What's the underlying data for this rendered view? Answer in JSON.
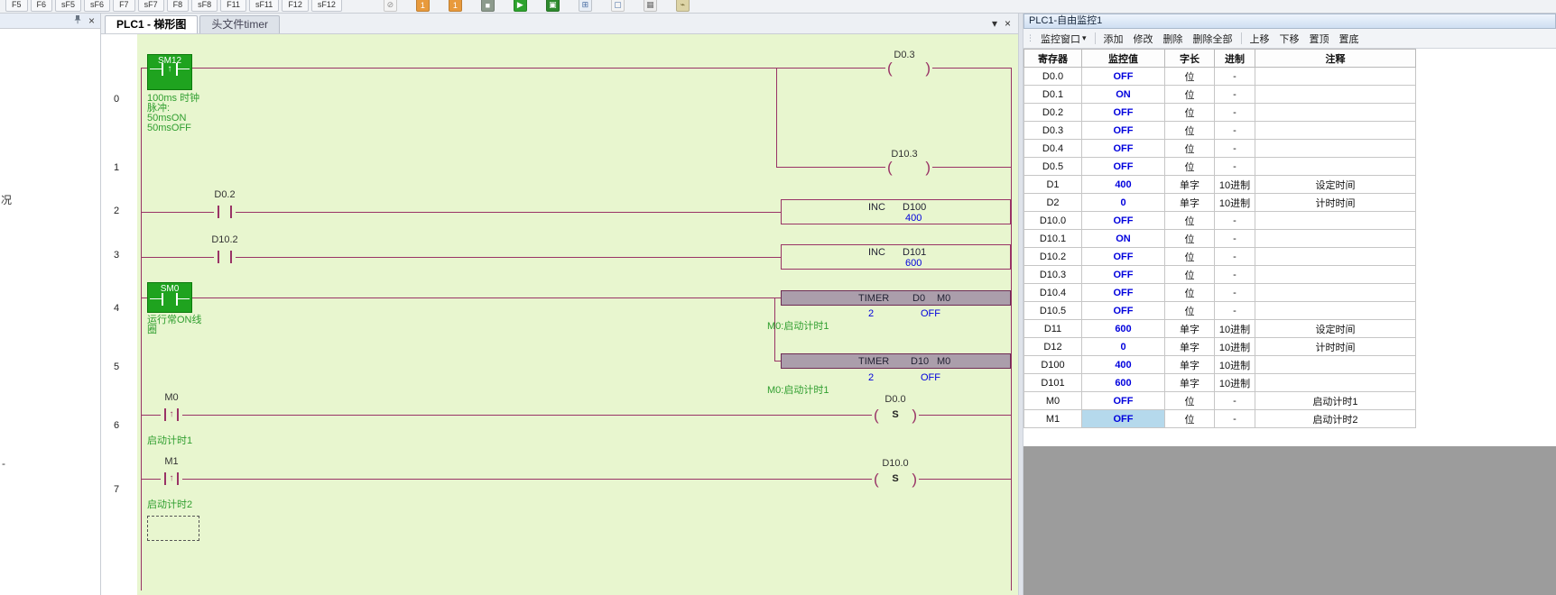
{
  "top_toolbar": {
    "fkeys": [
      "F5",
      "F6",
      "sF5",
      "sF6",
      "F7",
      "sF7",
      "F8",
      "sF8",
      "F11",
      "sF11",
      "F12",
      "sF12"
    ],
    "icons": [
      {
        "name": "disabled-icon",
        "glyph": "⊘",
        "bg": "#f4f4f4",
        "fg": "#909090"
      },
      {
        "name": "download-program-icon",
        "glyph": "1",
        "bg": "#e89a3c",
        "fg": "#ffffff"
      },
      {
        "name": "upload-program-icon",
        "glyph": "1",
        "bg": "#e89a3c",
        "fg": "#ffffff"
      },
      {
        "name": "stop-plc-icon",
        "glyph": "■",
        "bg": "#8d9b8d",
        "fg": "#ffffff"
      },
      {
        "name": "run-plc-icon",
        "glyph": "▶",
        "bg": "#2ea32e",
        "fg": "#ffffff"
      },
      {
        "name": "monitor-mode-icon",
        "glyph": "▣",
        "bg": "#2e8a2e",
        "fg": "#ffffff"
      },
      {
        "name": "zoom-select-icon",
        "glyph": "⊞",
        "bg": "#e8eef6",
        "fg": "#4a6fa5"
      },
      {
        "name": "screen-icon",
        "glyph": "▢",
        "bg": "#f4f4f4",
        "fg": "#4a6fa5"
      },
      {
        "name": "grid-icon",
        "glyph": "▦",
        "bg": "#ededed",
        "fg": "#707070"
      },
      {
        "name": "connect-icon",
        "glyph": "⌁",
        "bg": "#ddd4a6",
        "fg": "#6a5f2a"
      }
    ]
  },
  "window_icons": {
    "dropdown": "▾",
    "close": "×",
    "grip": "⋮"
  },
  "left_dock": {
    "stray_text": "况",
    "stray_dash": "-"
  },
  "tabs": {
    "active": "PLC1 - 梯形图",
    "inactive": "头文件timer"
  },
  "ladder": {
    "pulse_icon": "↑",
    "rung_numbers": [
      "0",
      "1",
      "2",
      "3",
      "4",
      "5",
      "6",
      "7"
    ],
    "rung0": {
      "contact_label": "SM12",
      "contact_comment": "100ms 时钟\n脉冲:\n50msON\n50msOFF",
      "coil_top_label": "D0.3",
      "coil_bottom_label": "D10.3"
    },
    "rung2": {
      "contact_label": "D0.2",
      "instr": "INC",
      "operand": "D100",
      "operand_value": "400"
    },
    "rung3": {
      "contact_label": "D10.2",
      "instr": "INC",
      "operand": "D101",
      "operand_value": "600"
    },
    "rung4": {
      "contact_label": "SM0",
      "contact_comment": "运行常ON线\n圈",
      "instr": "TIMER",
      "operand1": "D0",
      "operand2": "M0",
      "value1": "2",
      "value2": "OFF",
      "note": "M0:启动计时1"
    },
    "rung5": {
      "instr": "TIMER",
      "operand1": "D10",
      "operand2": "M0",
      "value1": "2",
      "value2": "OFF",
      "note": "M0:启动计时1"
    },
    "rung6": {
      "contact_label": "M0",
      "contact_comment": "启动计时1",
      "coil_label": "D0.0",
      "coil_function": "S"
    },
    "rung7": {
      "contact_label": "M1",
      "contact_comment": "启动计时2",
      "coil_label": "D10.0",
      "coil_function": "S"
    }
  },
  "monitor": {
    "title": "PLC1-自由监控1",
    "toolbar": [
      "监控窗口",
      "添加",
      "修改",
      "删除",
      "删除全部",
      "上移",
      "下移",
      "置顶",
      "置底"
    ],
    "columns": [
      "寄存器",
      "监控值",
      "字长",
      "进制",
      "注释"
    ],
    "rows": [
      {
        "reg": "D0.0",
        "val": "OFF",
        "len": "位",
        "base": "-",
        "comment": ""
      },
      {
        "reg": "D0.1",
        "val": "ON",
        "len": "位",
        "base": "-",
        "comment": ""
      },
      {
        "reg": "D0.2",
        "val": "OFF",
        "len": "位",
        "base": "-",
        "comment": ""
      },
      {
        "reg": "D0.3",
        "val": "OFF",
        "len": "位",
        "base": "-",
        "comment": ""
      },
      {
        "reg": "D0.4",
        "val": "OFF",
        "len": "位",
        "base": "-",
        "comment": ""
      },
      {
        "reg": "D0.5",
        "val": "OFF",
        "len": "位",
        "base": "-",
        "comment": ""
      },
      {
        "reg": "D1",
        "val": "400",
        "len": "单字",
        "base": "10进制",
        "comment": "设定时间"
      },
      {
        "reg": "D2",
        "val": "0",
        "len": "单字",
        "base": "10进制",
        "comment": "计时时间"
      },
      {
        "reg": "D10.0",
        "val": "OFF",
        "len": "位",
        "base": "-",
        "comment": ""
      },
      {
        "reg": "D10.1",
        "val": "ON",
        "len": "位",
        "base": "-",
        "comment": ""
      },
      {
        "reg": "D10.2",
        "val": "OFF",
        "len": "位",
        "base": "-",
        "comment": ""
      },
      {
        "reg": "D10.3",
        "val": "OFF",
        "len": "位",
        "base": "-",
        "comment": ""
      },
      {
        "reg": "D10.4",
        "val": "OFF",
        "len": "位",
        "base": "-",
        "comment": ""
      },
      {
        "reg": "D10.5",
        "val": "OFF",
        "len": "位",
        "base": "-",
        "comment": ""
      },
      {
        "reg": "D11",
        "val": "600",
        "len": "单字",
        "base": "10进制",
        "comment": "设定时间"
      },
      {
        "reg": "D12",
        "val": "0",
        "len": "单字",
        "base": "10进制",
        "comment": "计时时间"
      },
      {
        "reg": "D100",
        "val": "400",
        "len": "单字",
        "base": "10进制",
        "comment": ""
      },
      {
        "reg": "D101",
        "val": "600",
        "len": "单字",
        "base": "10进制",
        "comment": ""
      },
      {
        "reg": "M0",
        "val": "OFF",
        "len": "位",
        "base": "-",
        "comment": "启动计时1"
      },
      {
        "reg": "M1",
        "val": "OFF",
        "len": "位",
        "base": "-",
        "comment": "启动计时2",
        "valcls": "sel"
      }
    ]
  }
}
